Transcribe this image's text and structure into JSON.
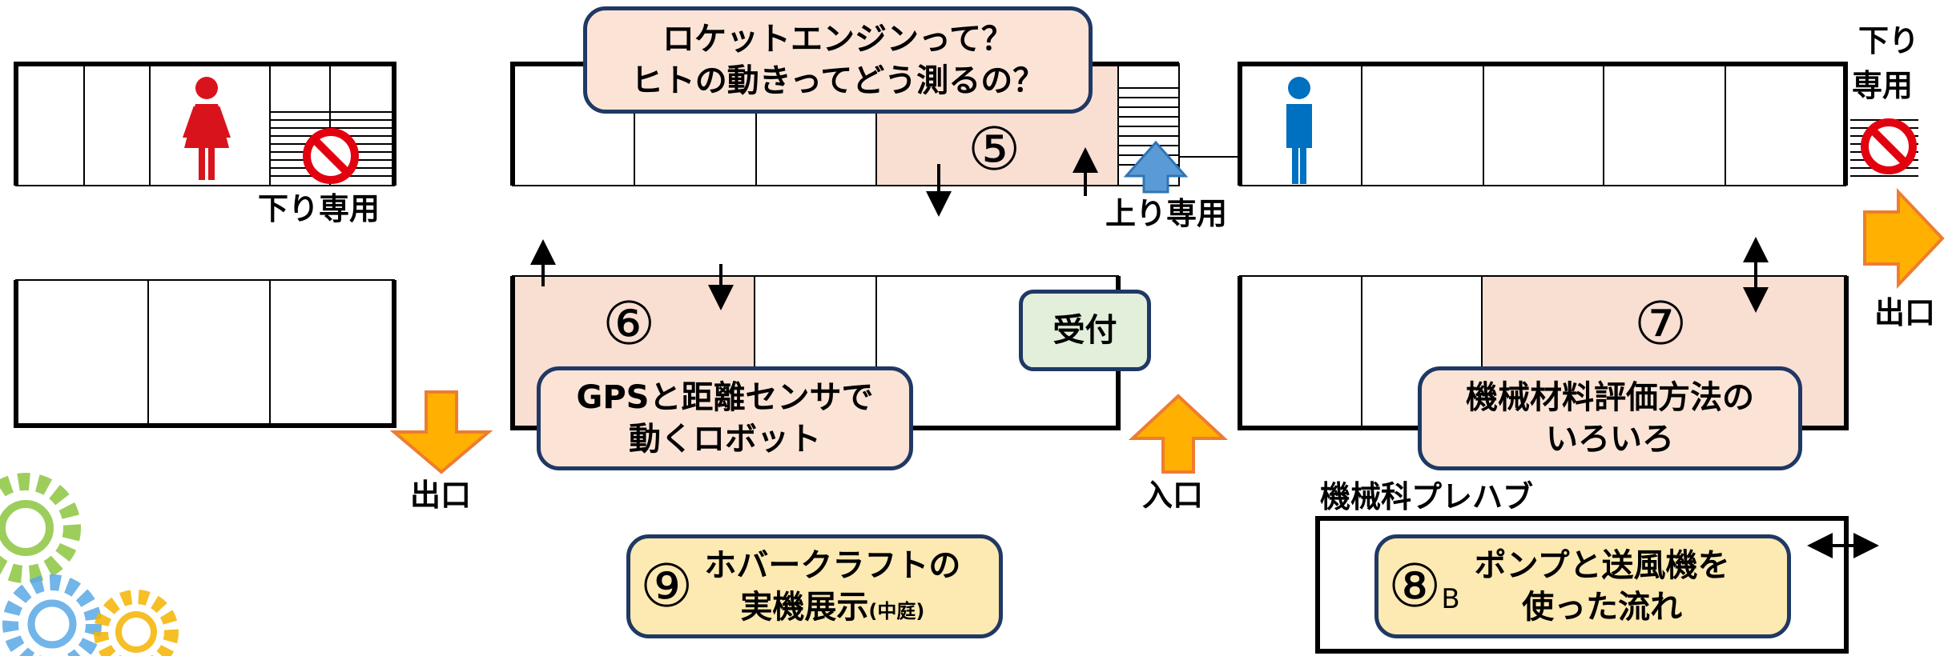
{
  "callouts": {
    "c5_line1": "ロケットエンジンって？",
    "c5_line2": "ヒトの動きってどう測るの？",
    "c6_line1": "GPSと距離センサで",
    "c6_line2": "動くロボット",
    "c7_line1": "機械材料評価方法の",
    "c7_line2": "いろいろ",
    "c8_line1": "ポンプと送風機を",
    "c8_line2": "使った流れ",
    "c9_line1": "ホバークラフトの",
    "c9_line2": "実機展示",
    "c9_note": "(中庭)"
  },
  "room_numbers": {
    "r5": "⑤",
    "r6": "⑥",
    "r7": "⑦",
    "r8": "⑧",
    "r8_suffix": "B",
    "r9": "⑨"
  },
  "labels": {
    "down_only_left": "下り専用",
    "up_only": "上り専用",
    "down_right_1": "下り",
    "down_right_2": "専用",
    "exit_left": "出口",
    "entrance": "入口",
    "exit_right": "出口",
    "reception": "受付",
    "prefab": "機械科プレハブ"
  },
  "colors": {
    "room_highlight": "#f9ded2",
    "callout_fill": "#fbe4d6",
    "callout_border": "#1f3864",
    "reception_fill": "#e2efda",
    "badge_fill": "#fde9b2",
    "arrow_orange": "#ffb000",
    "arrow_blue": "#5b9bd5",
    "female_icon": "#d9131c",
    "male_icon": "#0070c0",
    "no_entry": "#e3000f"
  },
  "icons": [
    "female-restroom-icon",
    "male-restroom-icon",
    "no-entry-icon",
    "gear-icon"
  ]
}
